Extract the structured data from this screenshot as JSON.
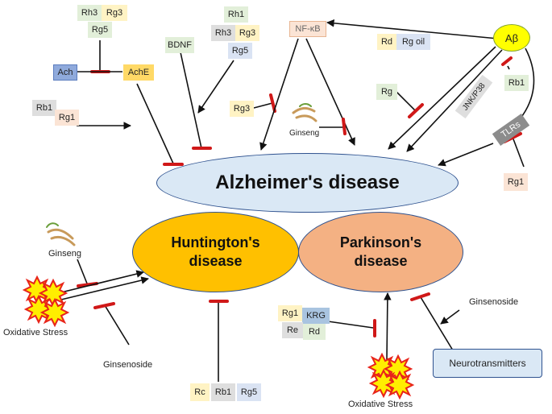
{
  "diseases": {
    "alzheimers": "Alzheimer's disease",
    "huntingtons": "Huntington's disease",
    "parkinsons": "Parkinson's disease"
  },
  "top_left": {
    "rh3": "Rh3",
    "rg3": "Rg3",
    "rg5": "Rg5",
    "ach": "Ach",
    "ache": "AchE",
    "rb1": "Rb1",
    "rg1": "Rg1"
  },
  "top_middle": {
    "bdnf": "BDNF",
    "rh1": "Rh1",
    "rh3": "Rh3",
    "rg3": "Rg3",
    "rg5": "Rg5",
    "rg3_alone": "Rg3",
    "nfkb": "NF-κB",
    "ginseng": "Ginseng"
  },
  "top_right": {
    "rd": "Rd",
    "rg_oil": "Rg oil",
    "abeta": "Aβ",
    "rg": "Rg",
    "jnk": "JNK/P38",
    "rb1": "Rb1",
    "tlrs": "TLRs",
    "rg1": "Rg1"
  },
  "huntington_side": {
    "ginseng": "Ginseng",
    "oxidative_stress": "Oxidative Stress",
    "ginsenoside": "Ginsenoside",
    "rc": "Rc",
    "rb1": "Rb1",
    "rg5": "Rg5"
  },
  "parkinson_side": {
    "rg1": "Rg1",
    "krg": "KRG",
    "re": "Re",
    "rd": "Rd",
    "ginsenoside": "Ginsenoside",
    "neurotransmitters": "Neurotransmitters",
    "oxidative_stress": "Oxidative Stress"
  },
  "colors": {
    "yellow_box": "#fff3c4",
    "green_box": "#e2efd9",
    "blue_box": "#dae3f3",
    "gray_box": "#dedede",
    "pink_box": "#fbe4d5",
    "ache_box": "#ffd966",
    "ach_box": "#8faadc",
    "krg_box": "#a9c4e0",
    "alz_fill": "#dae8f5",
    "hunt_fill": "#ffc000",
    "park_fill": "#f4b183",
    "inhibit": "#d01818",
    "abeta_fill": "#ffff00",
    "tlrs_fill": "#8c8c8c"
  }
}
